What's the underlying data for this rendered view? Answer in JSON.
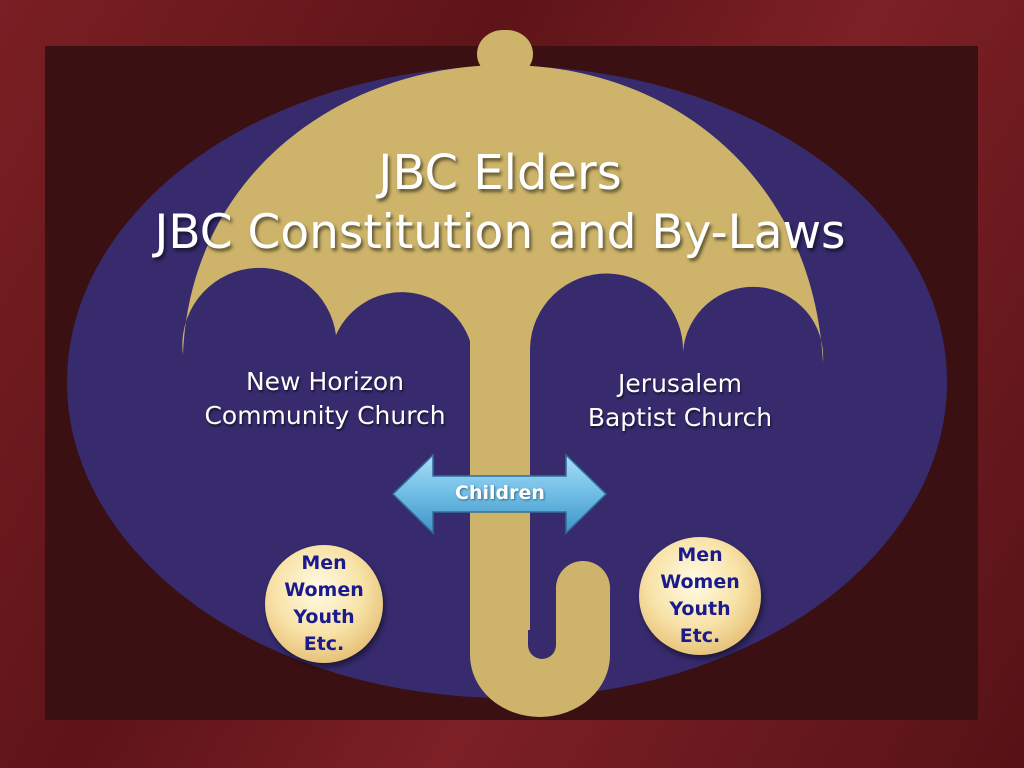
{
  "title": {
    "line1": "JBC Elders",
    "line2": "JBC Constitution and By-Laws"
  },
  "churches": {
    "left": [
      "New Horizon",
      "Community Church"
    ],
    "right": [
      "Jerusalem",
      "Baptist Church"
    ]
  },
  "shared": {
    "label": "Children",
    "icon": "double-arrow-icon"
  },
  "groups": {
    "left": [
      "Men",
      "Women",
      "Youth",
      "Etc."
    ],
    "right": [
      "Men",
      "Women",
      "Youth",
      "Etc."
    ]
  },
  "colors": {
    "umbrella": "#cdb46a",
    "oval": "#372b6e",
    "arrow": "#7cc6ea",
    "group_text": "#1c1b8e"
  }
}
